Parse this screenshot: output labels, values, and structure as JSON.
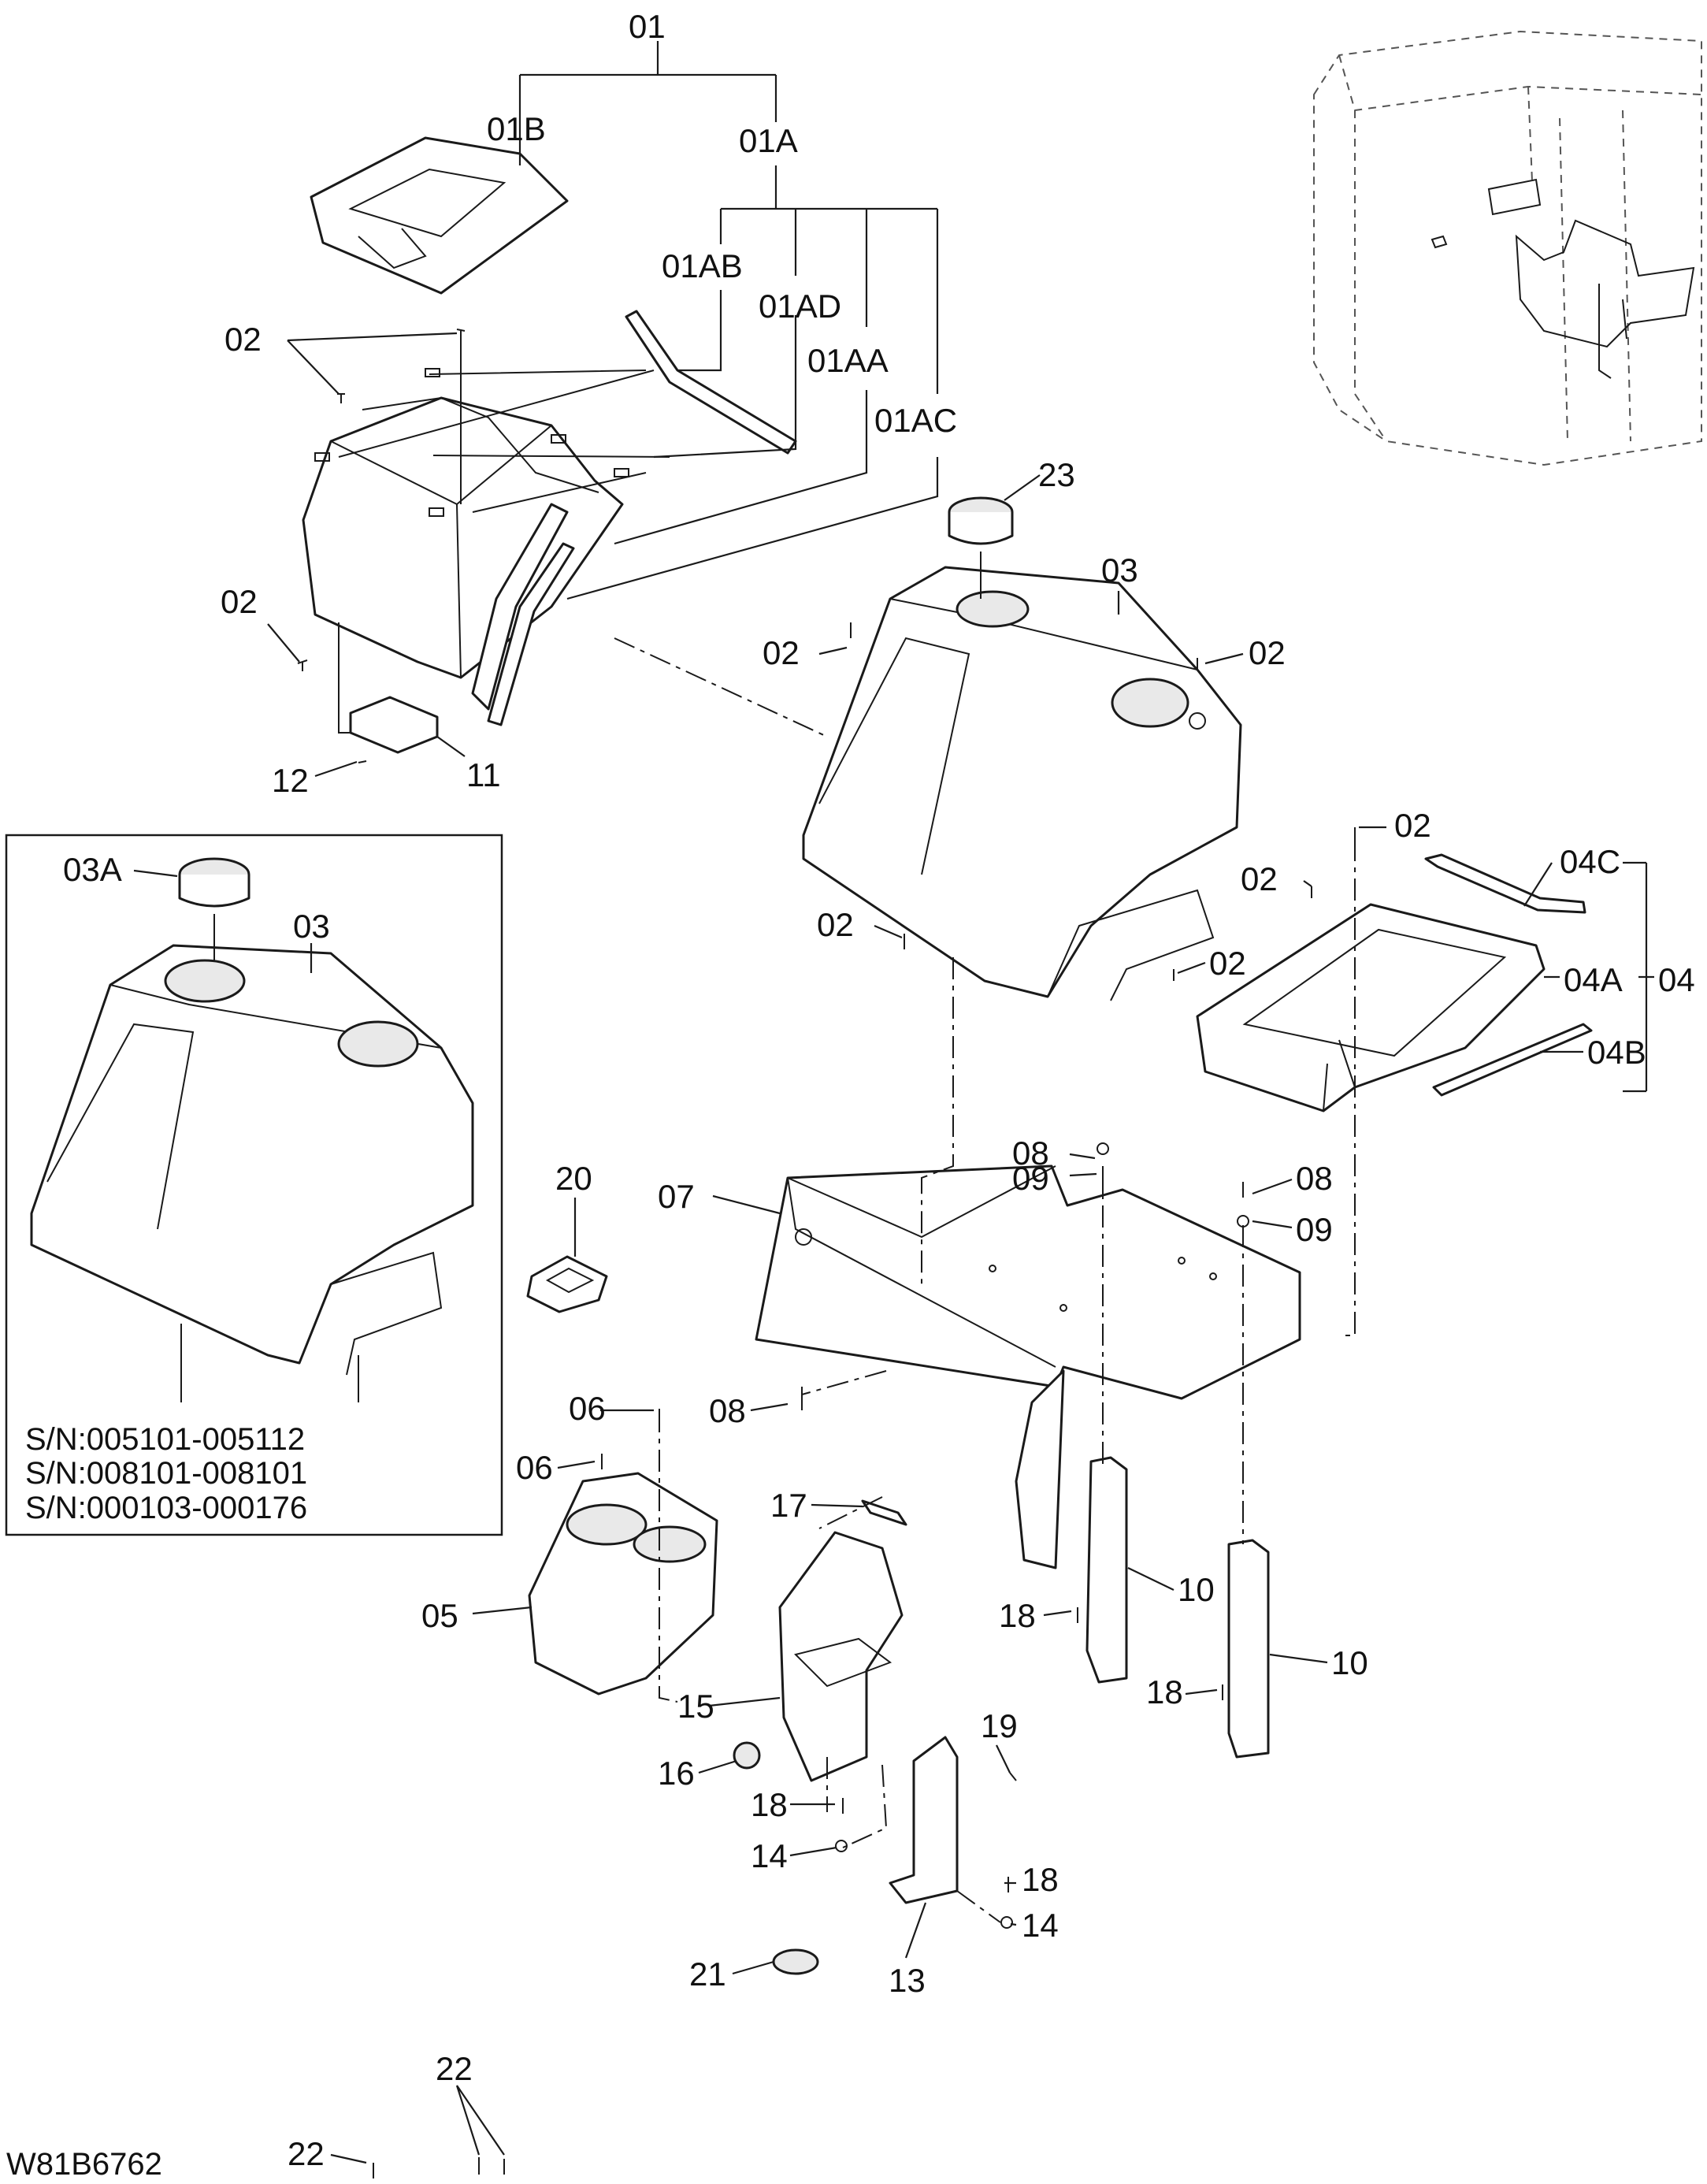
{
  "drawing": {
    "code": "W81B6762",
    "serial_numbers": [
      "S/N:005101-005112",
      "S/N:008101-008101",
      "S/N:000103-000176"
    ]
  },
  "labels": {
    "l01": "01",
    "l01B": "01B",
    "l01A": "01A",
    "l01AB": "01AB",
    "l01AD": "01AD",
    "l01AA": "01AA",
    "l01AC": "01AC",
    "l02": "02",
    "l03": "03",
    "l03A": "03A",
    "l04": "04",
    "l04A": "04A",
    "l04B": "04B",
    "l04C": "04C",
    "l05": "05",
    "l06": "06",
    "l07": "07",
    "l08": "08",
    "l09": "09",
    "l10": "10",
    "l11": "11",
    "l12": "12",
    "l13": "13",
    "l14": "14",
    "l15": "15",
    "l16": "16",
    "l17": "17",
    "l18": "18",
    "l19": "19",
    "l20": "20",
    "l21": "21",
    "l22": "22",
    "l23": "23"
  }
}
